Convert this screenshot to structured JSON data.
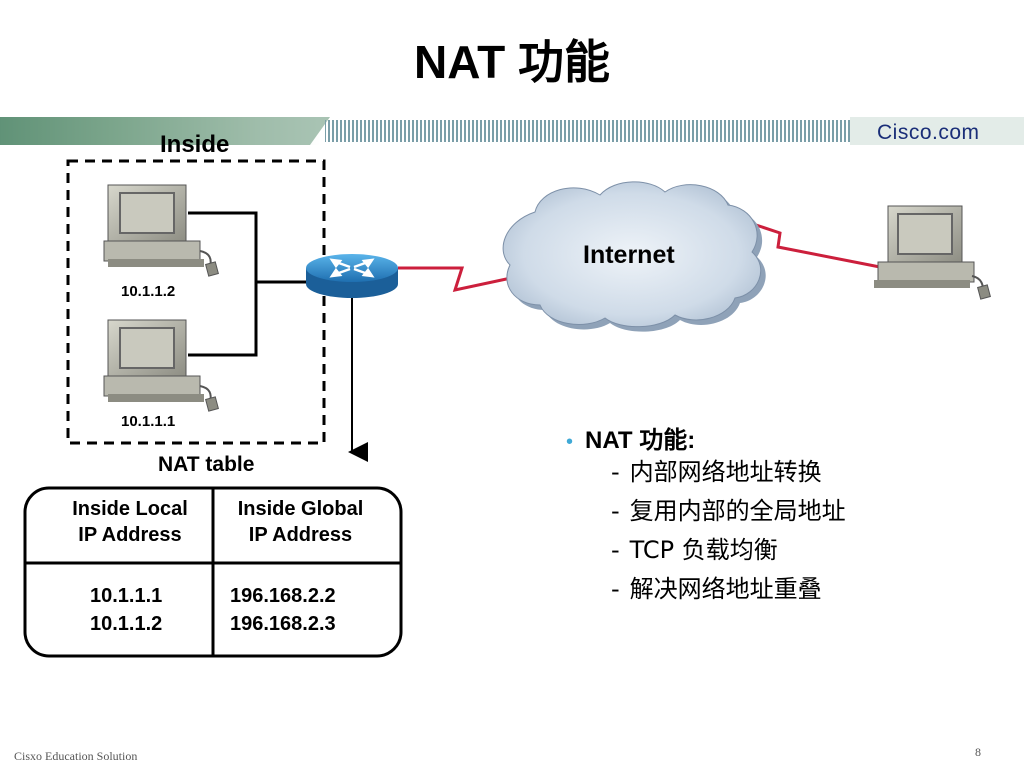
{
  "slide": {
    "title": "NAT 功能",
    "brand": "Cisco.com",
    "footer": "Cisxo Education Solution",
    "page_number": "8"
  },
  "diagram": {
    "inside_label": "Inside",
    "hosts": [
      {
        "ip": "10.1.1.2"
      },
      {
        "ip": "10.1.1.1"
      }
    ],
    "internet_label": "Internet",
    "nat_table_label": "NAT table"
  },
  "nat_table": {
    "headers": [
      "Inside Local\nIP Address",
      "Inside Global\nIP Address"
    ],
    "rows": [
      [
        "10.1.1.1",
        "196.168.2.2"
      ],
      [
        "10.1.1.2",
        "196.168.2.3"
      ]
    ]
  },
  "bullets": {
    "heading": "NAT 功能:",
    "items": [
      "内部网络地址转换",
      "复用内部的全局地址",
      "TCP 负载均衡",
      "解决网络地址重叠"
    ]
  },
  "colors": {
    "link_red": "#cc1f3c",
    "router_blue": "#2f8fd0",
    "banner_green": "#5b8f6a",
    "brand_navy": "#1a2e78",
    "bullet_blue": "#3fa9d6"
  }
}
